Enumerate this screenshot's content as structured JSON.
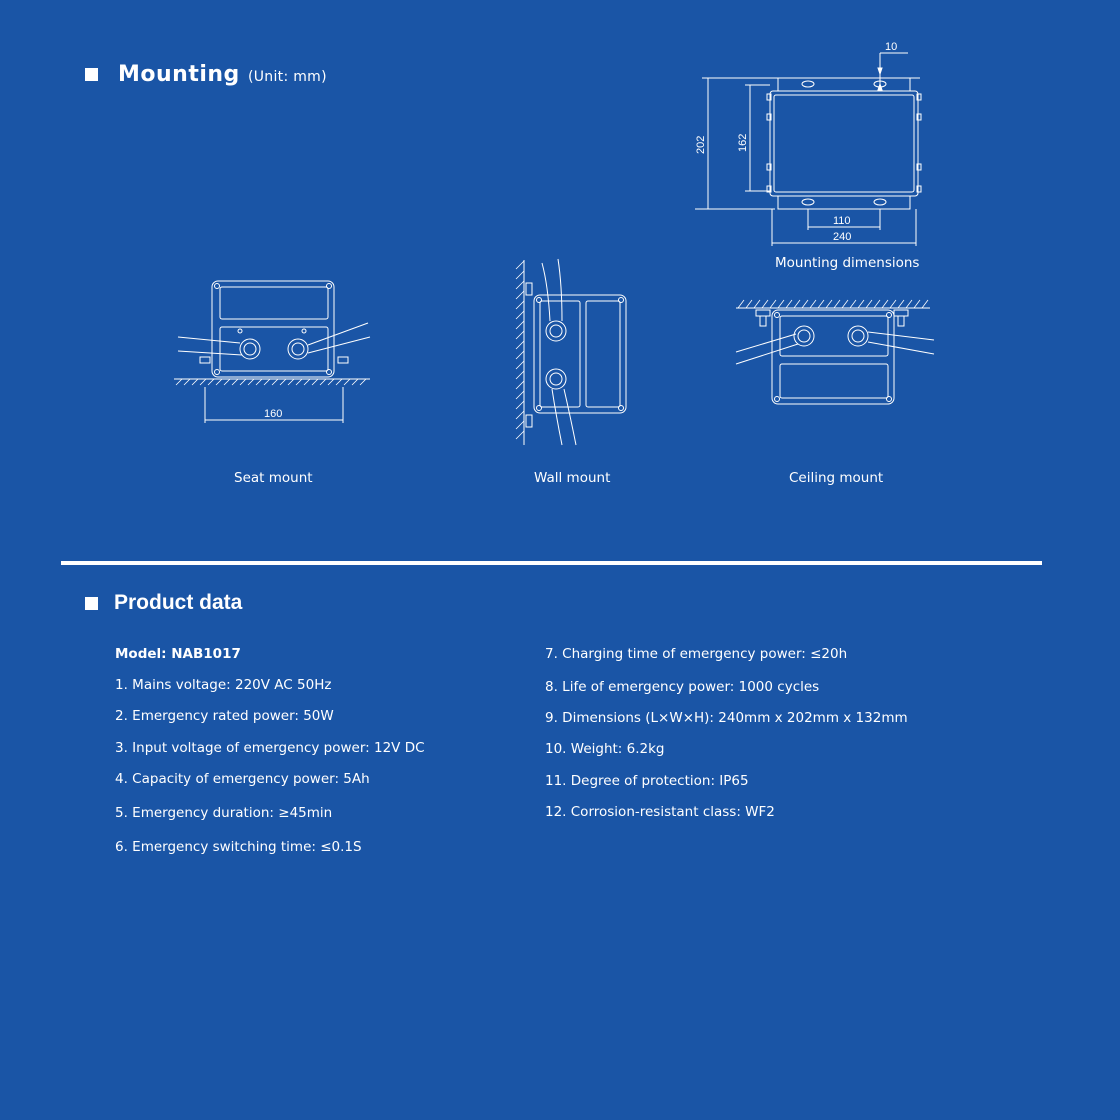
{
  "mounting": {
    "title": "Mounting",
    "unit": "(Unit: mm)",
    "dimensions_caption": "Mounting dimensions",
    "dims": {
      "top_offset": "10",
      "height_outer": "202",
      "height_inner": "162",
      "width_inner": "110",
      "width_outer": "240",
      "seat_width": "160"
    },
    "captions": {
      "seat": "Seat mount",
      "wall": "Wall mount",
      "ceiling": "Ceiling mount"
    }
  },
  "product": {
    "title": "Product data",
    "model": "Model: NAB1017",
    "left_specs": [
      "1. Mains voltage: 220V AC 50Hz",
      "2. Emergency rated power: 50W",
      "3. Input voltage of emergency power: 12V DC",
      "4. Capacity of emergency power: 5Ah",
      "5. Emergency duration: ≥45min",
      "6. Emergency switching time: ≤0.1S"
    ],
    "right_specs": [
      "7. Charging time of emergency power: ≤20h",
      "8. Life of emergency power: 1000 cycles",
      "9. Dimensions (L×W×H): 240mm x 202mm x 132mm",
      "10. Weight: 6.2kg",
      "11. Degree of protection: IP65",
      "12. Corrosion-resistant class: WF2"
    ]
  },
  "colors": {
    "background": "#1a55a6",
    "foreground": "#ffffff"
  }
}
